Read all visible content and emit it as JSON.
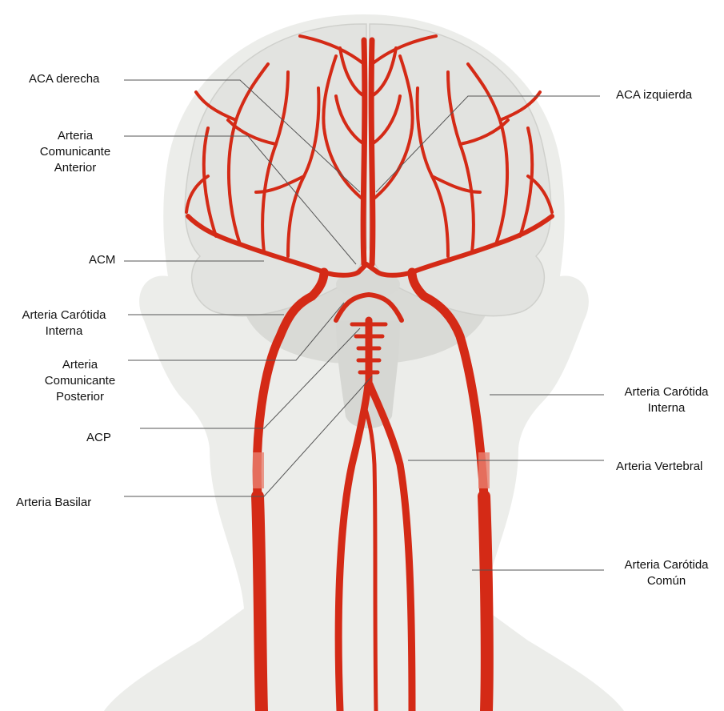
{
  "colors": {
    "background": "#ffffff",
    "head_silhouette": "#ecedea",
    "brain": "#e2e3e0",
    "brain_shadow": "#d4d5d2",
    "artery": "#d42a16",
    "artery_dark": "#b81f0e",
    "leader_line": "#555555"
  },
  "labels": {
    "aca_derecha": [
      "ACA derecha"
    ],
    "com_anterior": [
      "Arteria",
      "Comunicante",
      "Anterior"
    ],
    "acm": [
      "ACM"
    ],
    "carotida_int_izq": [
      "Arteria Carótida",
      "Interna"
    ],
    "com_posterior": [
      "Arteria",
      "Comunicante",
      "Posterior"
    ],
    "acp": [
      "ACP"
    ],
    "basilar": [
      "Arteria Basilar"
    ],
    "aca_izquierda": [
      "ACA izquierda"
    ],
    "carotida_int_der": [
      "Arteria Carótida",
      "Interna"
    ],
    "vertebral": [
      "Arteria Vertebral"
    ],
    "carotida_comun": [
      "Arteria Carótida",
      "Común"
    ]
  }
}
